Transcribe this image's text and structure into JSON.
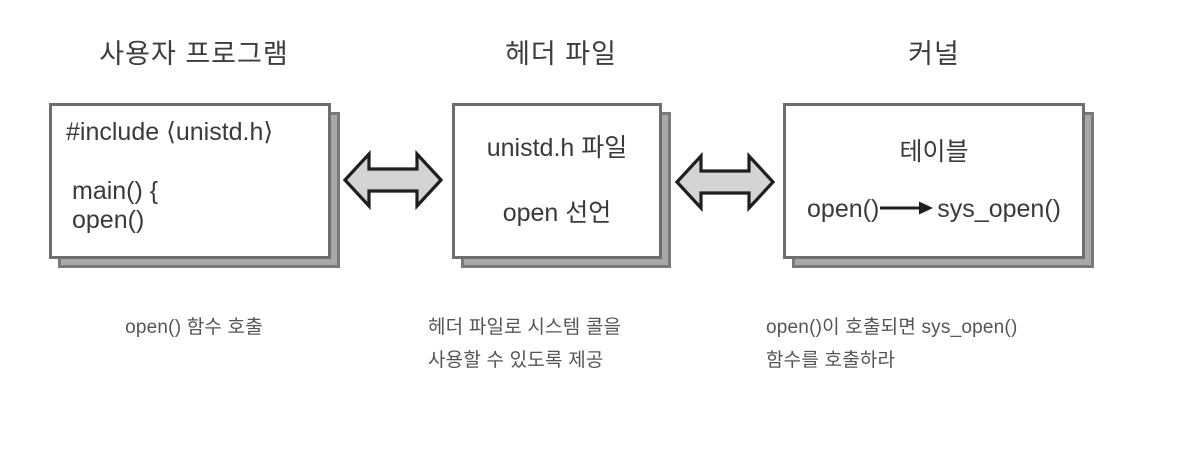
{
  "diagram": {
    "title_row": [
      {
        "id": "user-program",
        "label": "사용자 프로그램"
      },
      {
        "id": "header-file",
        "label": "헤더 파일"
      },
      {
        "id": "kernel",
        "label": "커널"
      }
    ],
    "boxes": [
      {
        "id": "user-program-box",
        "lines": [
          "#include ⟨unistd.h⟩",
          "main() {",
          "open()"
        ]
      },
      {
        "id": "header-file-box",
        "lines": [
          "unistd.h 파일",
          "open 선언"
        ]
      },
      {
        "id": "kernel-box",
        "lines": [
          "테이블",
          "open()",
          "sys_open()"
        ],
        "inline_arrow": "right-arrow-icon"
      }
    ],
    "connectors": [
      {
        "id": "connector-user-header",
        "icon": "double-headed-arrow-icon"
      },
      {
        "id": "connector-header-kernel",
        "icon": "double-headed-arrow-icon"
      }
    ],
    "captions": [
      {
        "id": "caption-user-program",
        "text": "open() 함수 호출"
      },
      {
        "id": "caption-header-file",
        "text": "헤더 파일로 시스템 콜을\n사용할 수 있도록 제공"
      },
      {
        "id": "caption-kernel",
        "text": "open()이 호출되면 sys_open()\n함수를 호출하라"
      }
    ],
    "colors": {
      "box_border": "#6e6e6e",
      "box_shadow": "#a8a8a8",
      "arrow_fill": "#d2d4d6",
      "arrow_stroke": "#1f1f1f",
      "text": "#3a3a3a",
      "caption_text": "#555555",
      "background": "#ffffff"
    }
  }
}
